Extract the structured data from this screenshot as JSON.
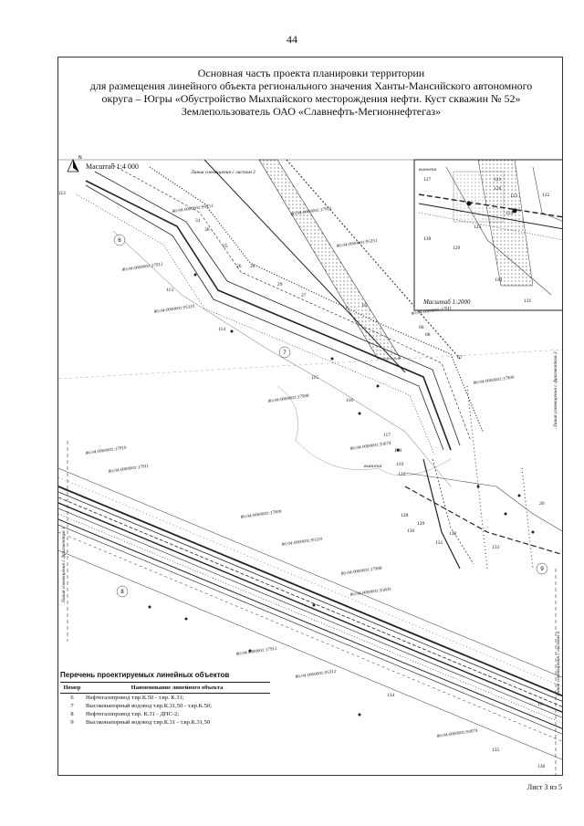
{
  "page_number": "44",
  "title_lines": [
    "Основная часть проекта планировки территории",
    "для размещения линейного объекта регионального значения Ханты-Мансийского автономного",
    "округа – Югры «Обустройство Мыхпайского месторождения нефти. Куст скважин № 52»",
    "Землепользователь ОАО «Славнефть-Мегионнефтегаз»"
  ],
  "north_arrow": "N",
  "scale_main": "Масштаб 1:4 000",
  "scale_inset": "Масштаб 1:2000",
  "inset_label": "выноска",
  "main_label": "выноска",
  "match_lines": {
    "sheet2": "Линия совмещения с листом 2",
    "frag2": "Линия совмещения с фрагментом 2",
    "frag1": "Линия совмещения с фрагментом 1",
    "sheet4": "Линия совмещения с листом 4"
  },
  "cadastral": [
    "86:04:0000001:95351",
    "86:04:0000001:17910",
    "86:04:0000001:95351",
    "86:04:0000001:17912",
    "86:04:0000001:95110",
    "86:04:0000001:17911",
    "86:04:0000001:17909",
    "86:04:0000001:17908",
    "86:04:0000001:35674",
    "86:04:0000001:17910",
    "86:04:0000001:17911",
    "86:04:0000001:17909",
    "86:04:0000001:95110",
    "86:04:0000001:17908",
    "86:04:0000001:35603",
    "86:04:0000001:17912",
    "86:04:0000001:95312",
    "86:04:0000001:94974"
  ],
  "point_numbers": [
    "112",
    "113",
    "114",
    "115",
    "116",
    "117",
    "118",
    "119",
    "120",
    "128",
    "129",
    "130",
    "131",
    "132",
    "133",
    "134",
    "135",
    "136",
    "121",
    "122",
    "123",
    "124",
    "125",
    "126",
    "127",
    "128",
    "129",
    "130",
    "131",
    "65",
    "66",
    "67",
    "68",
    "25",
    "26",
    "27",
    "28",
    "29",
    "30",
    "31",
    "19",
    "20"
  ],
  "line_ids": [
    "6",
    "7",
    "8",
    "9"
  ],
  "legend": {
    "title": "Перечень проектируемых линейных объектов",
    "col_number": "Номер",
    "col_name": "Наименование линейного объекта",
    "rows": [
      {
        "n": "6",
        "name": "Нефтегазопровод т.вр.К.50 - т.вр. К.31;"
      },
      {
        "n": "7",
        "name": "Высоконапорный водовод т.вр.К.31,50 - т.вр.К.50;"
      },
      {
        "n": "8",
        "name": "Нефтегазопровод т.вр. К.31 - ДНС-2;"
      },
      {
        "n": "9",
        "name": "Высоконапорный водовод т.вр.К.31 - т.вр.К.31,50"
      }
    ]
  },
  "sheet_label": "Лист 3 из 5"
}
